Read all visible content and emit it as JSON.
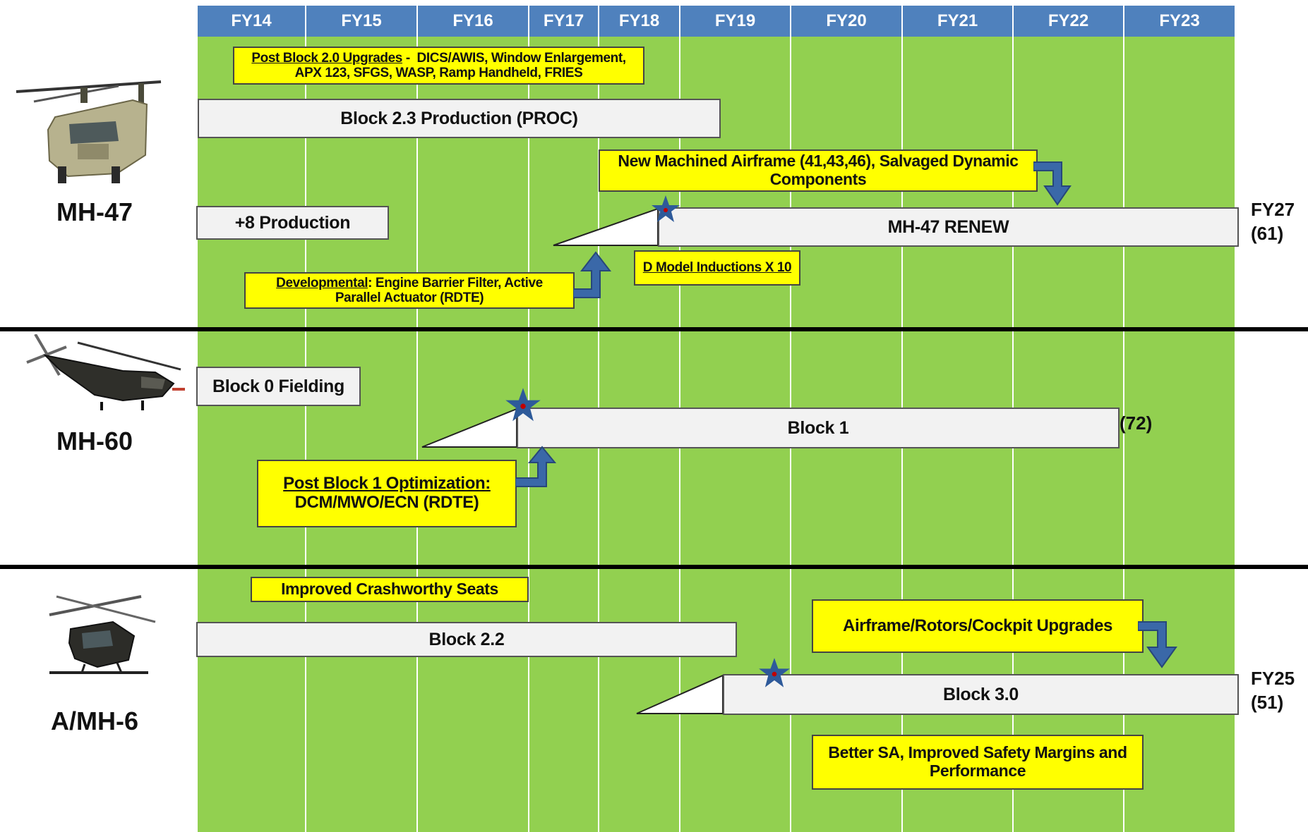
{
  "fiscal_years": [
    "FY14",
    "FY15",
    "FY16",
    "FY17",
    "FY18",
    "FY19",
    "FY20",
    "FY21",
    "FY22",
    "FY23"
  ],
  "colors": {
    "field": "#92d050",
    "header": "#4f81bd",
    "highlight": "#ffff00",
    "bar": "#f2f2f2",
    "arrow": "#3a68a8",
    "star": "#2e5a9a",
    "star_center": "#c00000"
  },
  "mh47": {
    "name": "MH-47",
    "icon": "chinook-helicopter-icon",
    "post_block_title": "Post Block 2.0 Upgrades",
    "post_block_sep": " -  ",
    "post_block_items_1": "DICS/AWIS, Window Enlargement,",
    "post_block_items_2": "APX 123, SFGS, WASP, Ramp Handheld, FRIES",
    "block23": "Block 2.3 Production (PROC)",
    "airframe_1": "New Machined Airframe (41,43,46), Salvaged Dynamic",
    "airframe_2": "Components",
    "plus8": "+8 Production",
    "renew": "MH-47 RENEW",
    "renew_end_fy": "FY27",
    "renew_end_qty": "(61)",
    "d_model": "D Model Inductions X 10",
    "dev_title": "Developmental",
    "dev_text_1": ": Engine Barrier Filter, Active",
    "dev_text_2": "Parallel Actuator  (RDTE)"
  },
  "mh60": {
    "name": "MH-60",
    "icon": "blackhawk-helicopter-icon",
    "block0": "Block 0 Fielding",
    "block1": "Block 1",
    "block1_qty": "(72)",
    "opt_title": "Post Block 1 Optimization:",
    "opt_text": "DCM/MWO/ECN (RDTE)"
  },
  "amh6": {
    "name": "A/MH-6",
    "icon": "little-bird-helicopter-icon",
    "seats": "Improved Crashworthy Seats",
    "block22": "Block 2.2",
    "upgrades": "Airframe/Rotors/Cockpit Upgrades",
    "block30": "Block 3.0",
    "end_fy": "FY25",
    "end_qty": "(51)",
    "benefits_1": "Better SA, Improved Safety Margins and",
    "benefits_2": "Performance"
  }
}
